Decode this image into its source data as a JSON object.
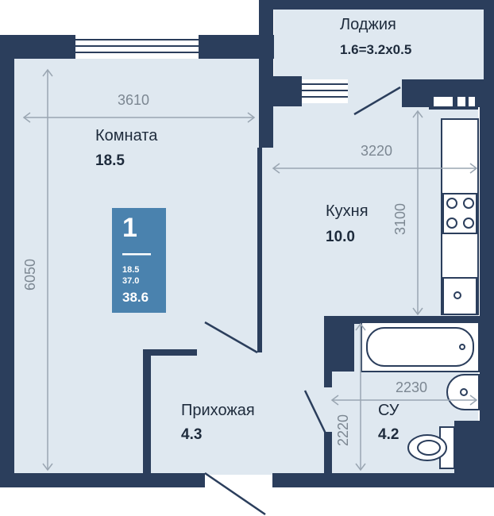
{
  "colors": {
    "wall": "#2b3e5c",
    "floor": "#dfe8f0",
    "dim_line": "#9aa6b2",
    "dim_text": "#7c8792",
    "label": "#1e2b3c",
    "badge_bg": "#4a82ae",
    "badge_text": "#ffffff",
    "fixture_fill": "#ffffff"
  },
  "rooms": {
    "room": {
      "name": "Комната",
      "area": "18.5"
    },
    "kitchen": {
      "name": "Кухня",
      "area": "10.0"
    },
    "hall": {
      "name": "Прихожая",
      "area": "4.3"
    },
    "bathroom": {
      "name": "СУ",
      "area": "4.2"
    },
    "loggia": {
      "name": "Лоджия",
      "area": "1.6=3.2x0.5"
    }
  },
  "dimensions": {
    "room_width": "3610",
    "room_length": "6050",
    "kitchen_width": "3220",
    "kitchen_length": "3100",
    "bath_width": "2230",
    "bath_length": "2220"
  },
  "badge": {
    "rooms_count": "1",
    "living_area": "18.5",
    "total_area_a": "37.0",
    "total_area_b": "38.6"
  },
  "icons": [
    "window-icon",
    "door-swing-icon",
    "stove-icon",
    "sink-icon",
    "bathtub-icon",
    "toilet-icon",
    "washbasin-icon"
  ]
}
